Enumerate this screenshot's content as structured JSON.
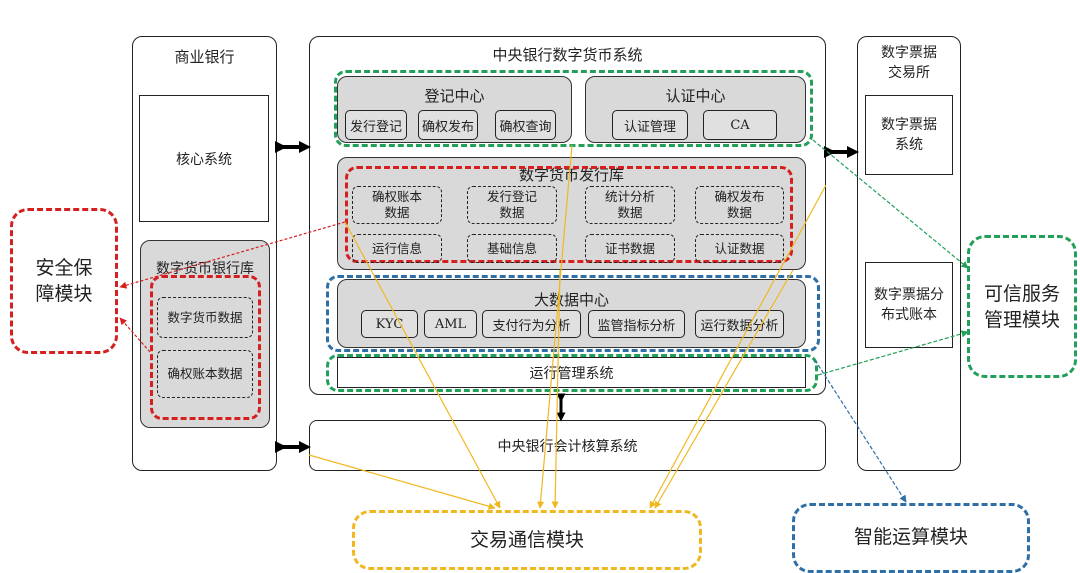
{
  "commercial_bank": {
    "title": "商业银行",
    "core_system": "核心系统",
    "bank_vault": {
      "title": "数字货币银行库",
      "items": [
        "数字货币数据",
        "确权账本数据"
      ]
    }
  },
  "central": {
    "title": "中央银行数字货币系统",
    "registration": {
      "title": "登记中心",
      "items": [
        "发行登记",
        "确权发布",
        "确权查询"
      ]
    },
    "auth": {
      "title": "认证中心",
      "items": [
        "认证管理",
        "CA"
      ]
    },
    "issuance_vault": {
      "title": "数字货币发行库",
      "row1": [
        "确权账本数据",
        "发行登记数据",
        "统计分析数据",
        "确权发布数据"
      ],
      "row2": [
        "运行信息",
        "基础信息",
        "证书数据",
        "认证数据"
      ]
    },
    "bigdata": {
      "title": "大数据中心",
      "items": [
        "KYC",
        "AML",
        "支付行为分析",
        "监管指标分析",
        "运行数据分析"
      ]
    },
    "ops": "运行管理系统",
    "accounting": "中央银行会计核算系统"
  },
  "exchange": {
    "title_1": "数字票据",
    "title_2": "交易所",
    "system": "数字票据系统",
    "ledger": "数字票据分布式账本"
  },
  "modules": {
    "security": "安全保障模块",
    "trusted": "可信服务管理模块",
    "comm": "交易通信模块",
    "compute": "智能运算模块"
  },
  "colors": {
    "red": "#d62020",
    "green": "#22a05a",
    "blue": "#2f6fa8",
    "yellow": "#f0b820"
  }
}
